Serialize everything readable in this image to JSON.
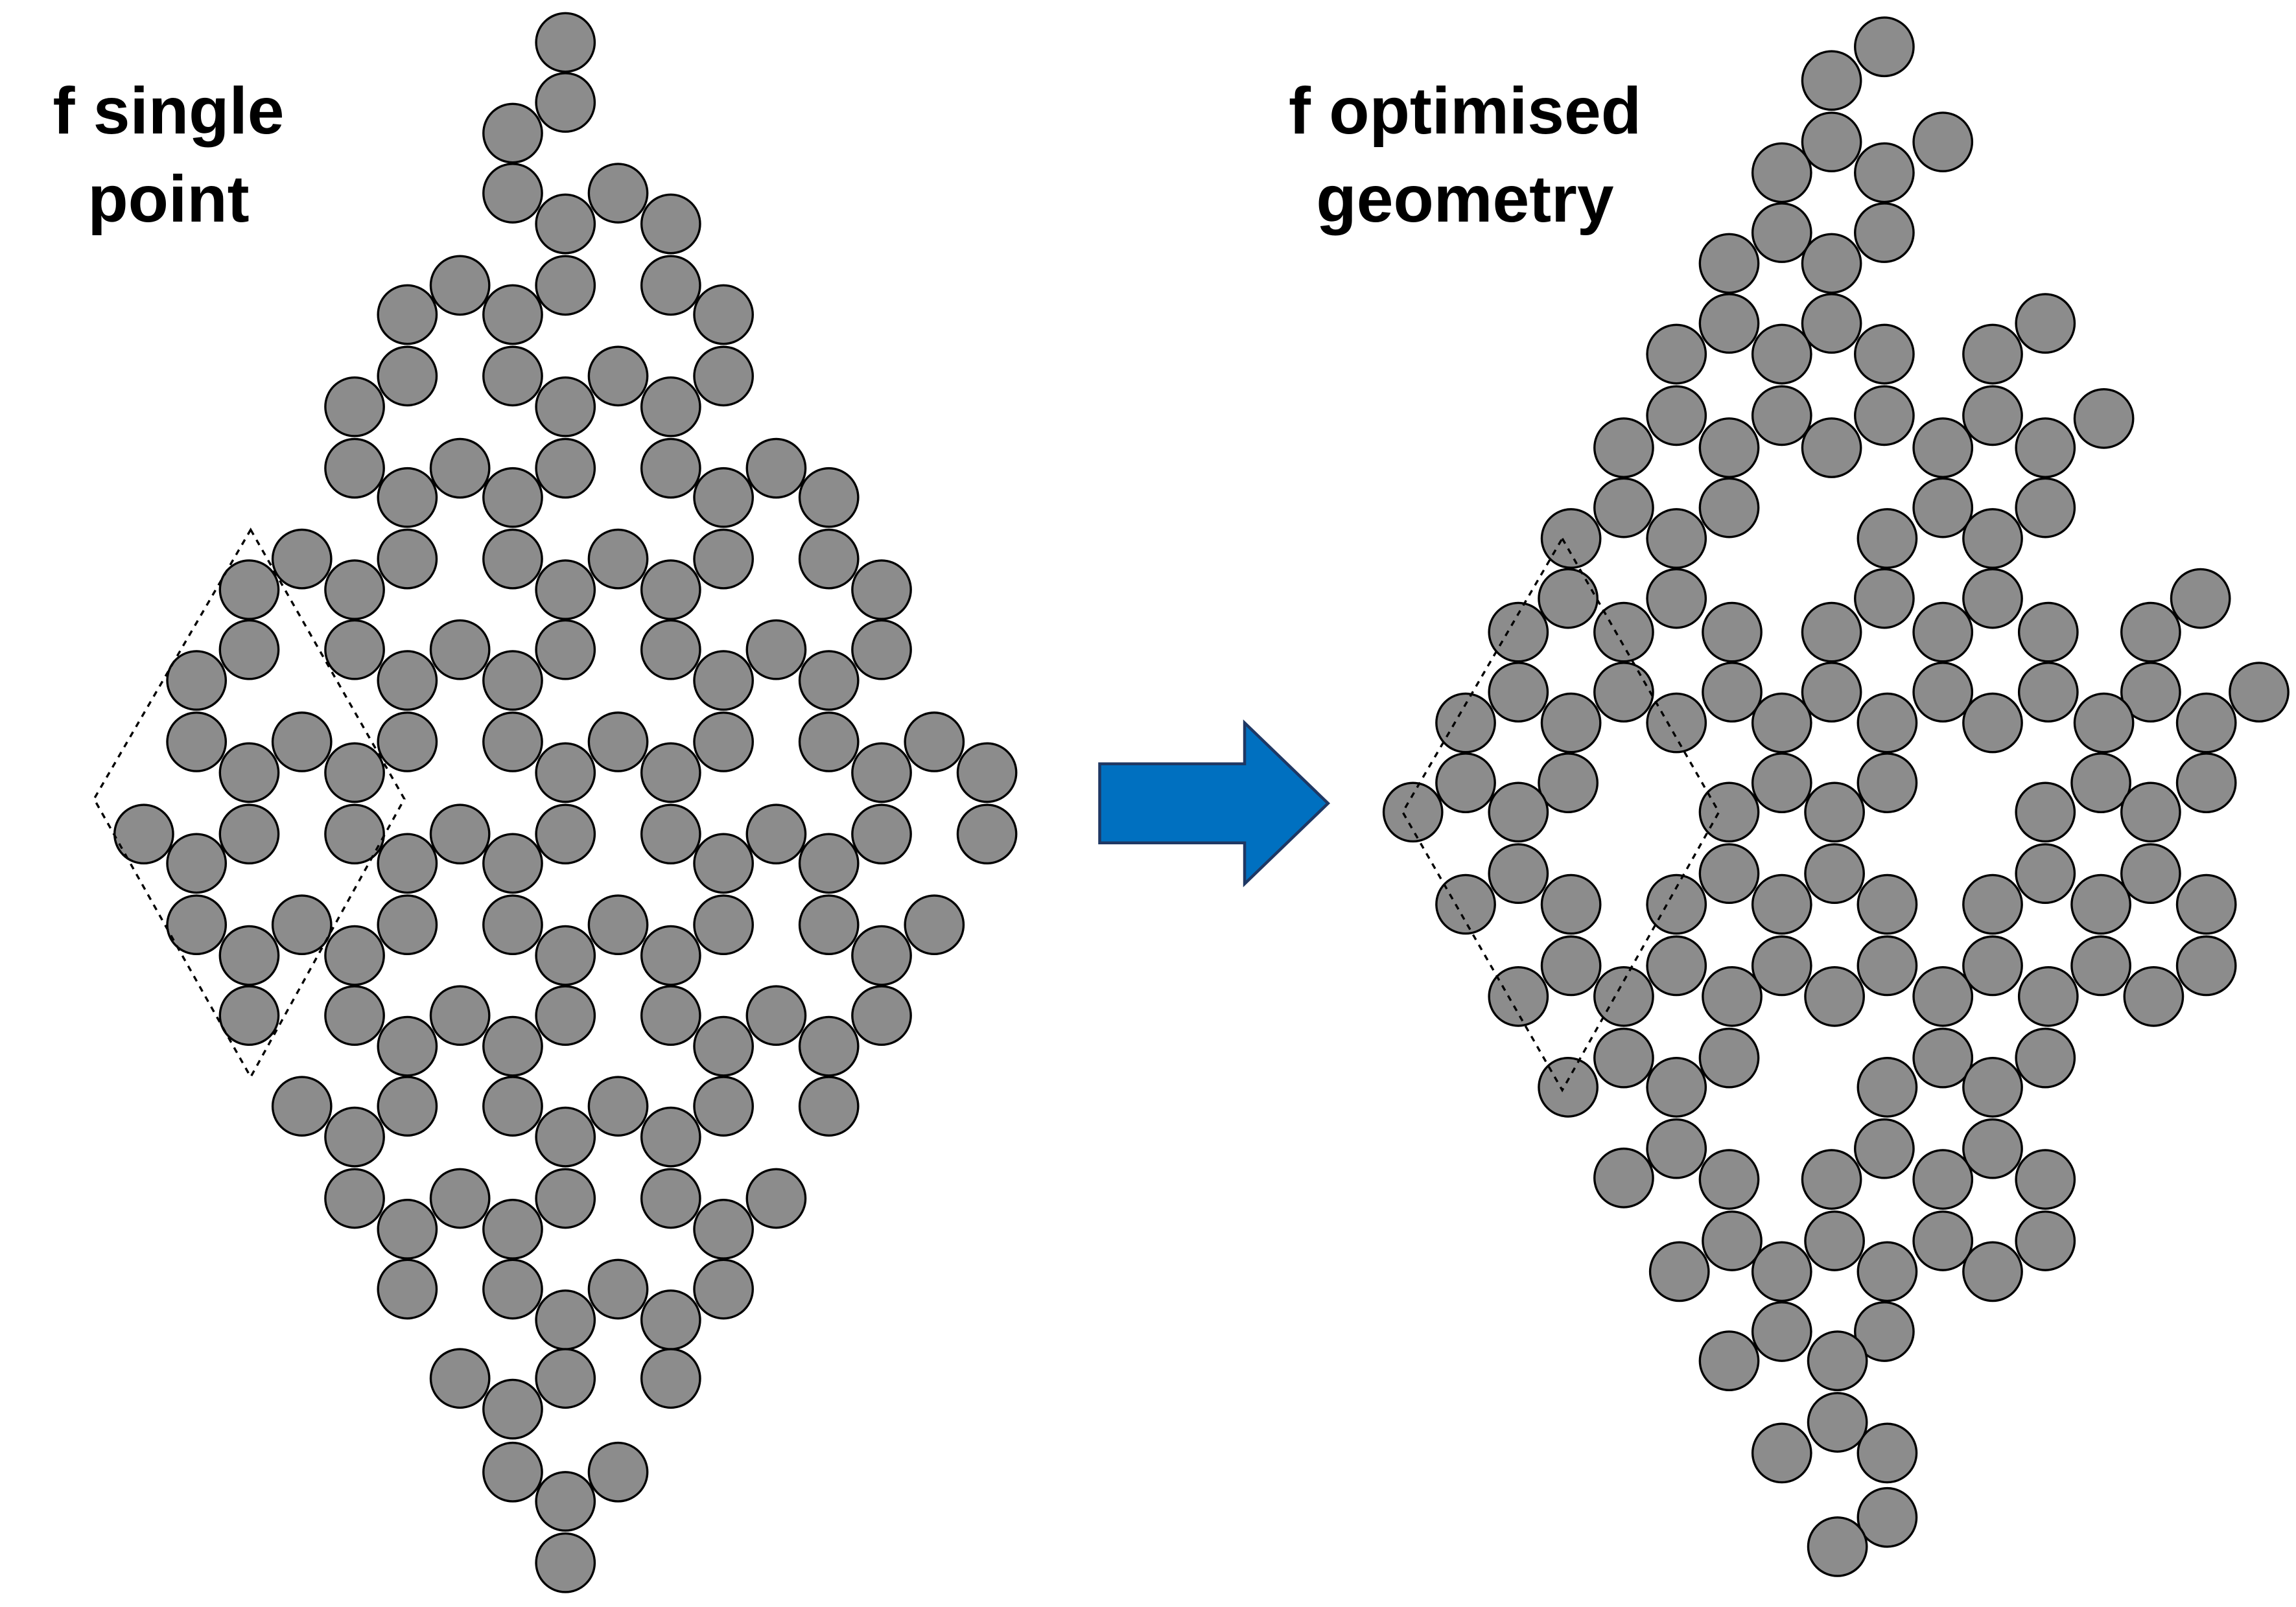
{
  "labels": {
    "left_line1": "f single",
    "left_line2": "point",
    "right_line1": "f optimised",
    "right_line2": "geometry"
  },
  "colors": {
    "atom_fill": "#8c8c8c",
    "atom_stroke": "#000000",
    "arrow_fill": "#0070c0",
    "arrow_stroke": "#1f3864",
    "outline_dashed": "#000000"
  }
}
